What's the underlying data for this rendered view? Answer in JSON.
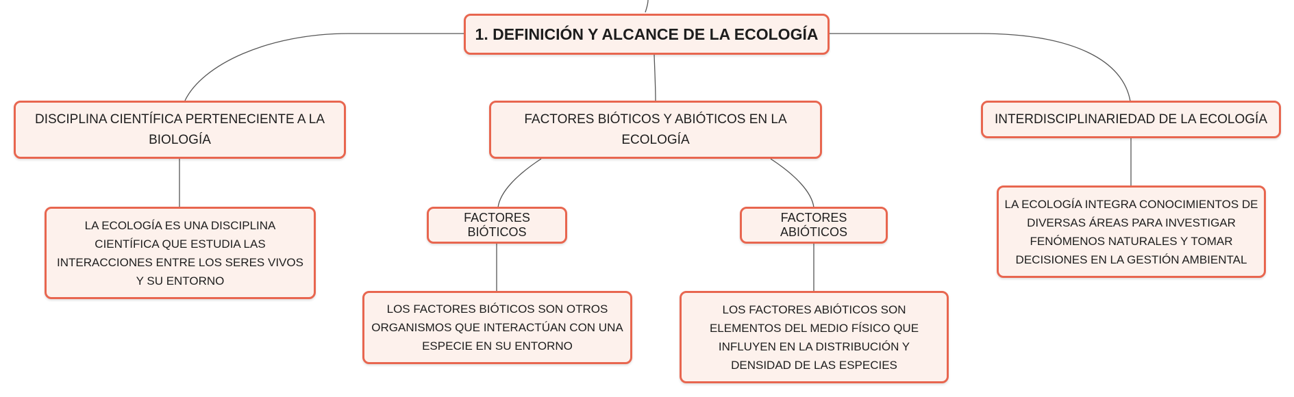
{
  "diagram": {
    "root": "1. DEFINICIÓN Y ALCANCE DE LA ECOLOGÍA",
    "branches": [
      {
        "label": "DISCIPLINA CIENTÍFICA PERTENECIENTE A LA BIOLOGÍA",
        "detail": "LA ECOLOGÍA ES UNA DISCIPLINA CIENTÍFICA QUE ESTUDIA LAS INTERACCIONES ENTRE LOS SERES VIVOS Y SU ENTORNO"
      },
      {
        "label": "FACTORES BIÓTICOS Y ABIÓTICOS EN LA ECOLOGÍA",
        "children": [
          {
            "label": "FACTORES BIÓTICOS",
            "detail": "LOS FACTORES BIÓTICOS SON OTROS ORGANISMOS QUE INTERACTÚAN CON UNA ESPECIE EN SU ENTORNO"
          },
          {
            "label": "FACTORES ABIÓTICOS",
            "detail": "LOS FACTORES ABIÓTICOS SON ELEMENTOS DEL MEDIO FÍSICO QUE INFLUYEN EN LA DISTRIBUCIÓN Y DENSIDAD DE LAS ESPECIES"
          }
        ]
      },
      {
        "label": "INTERDISCIPLINARIEDAD DE LA ECOLOGÍA",
        "detail": "LA ECOLOGÍA INTEGRA CONOCIMIENTOS DE DIVERSAS ÁREAS PARA INVESTIGAR FENÓMENOS NATURALES Y TOMAR DECISIONES EN LA GESTIÓN AMBIENTAL"
      }
    ]
  },
  "colors": {
    "node_border": "#e8664f",
    "node_fill": "#fdf1ec",
    "connector": "#555555",
    "text": "#1d1d1d"
  }
}
